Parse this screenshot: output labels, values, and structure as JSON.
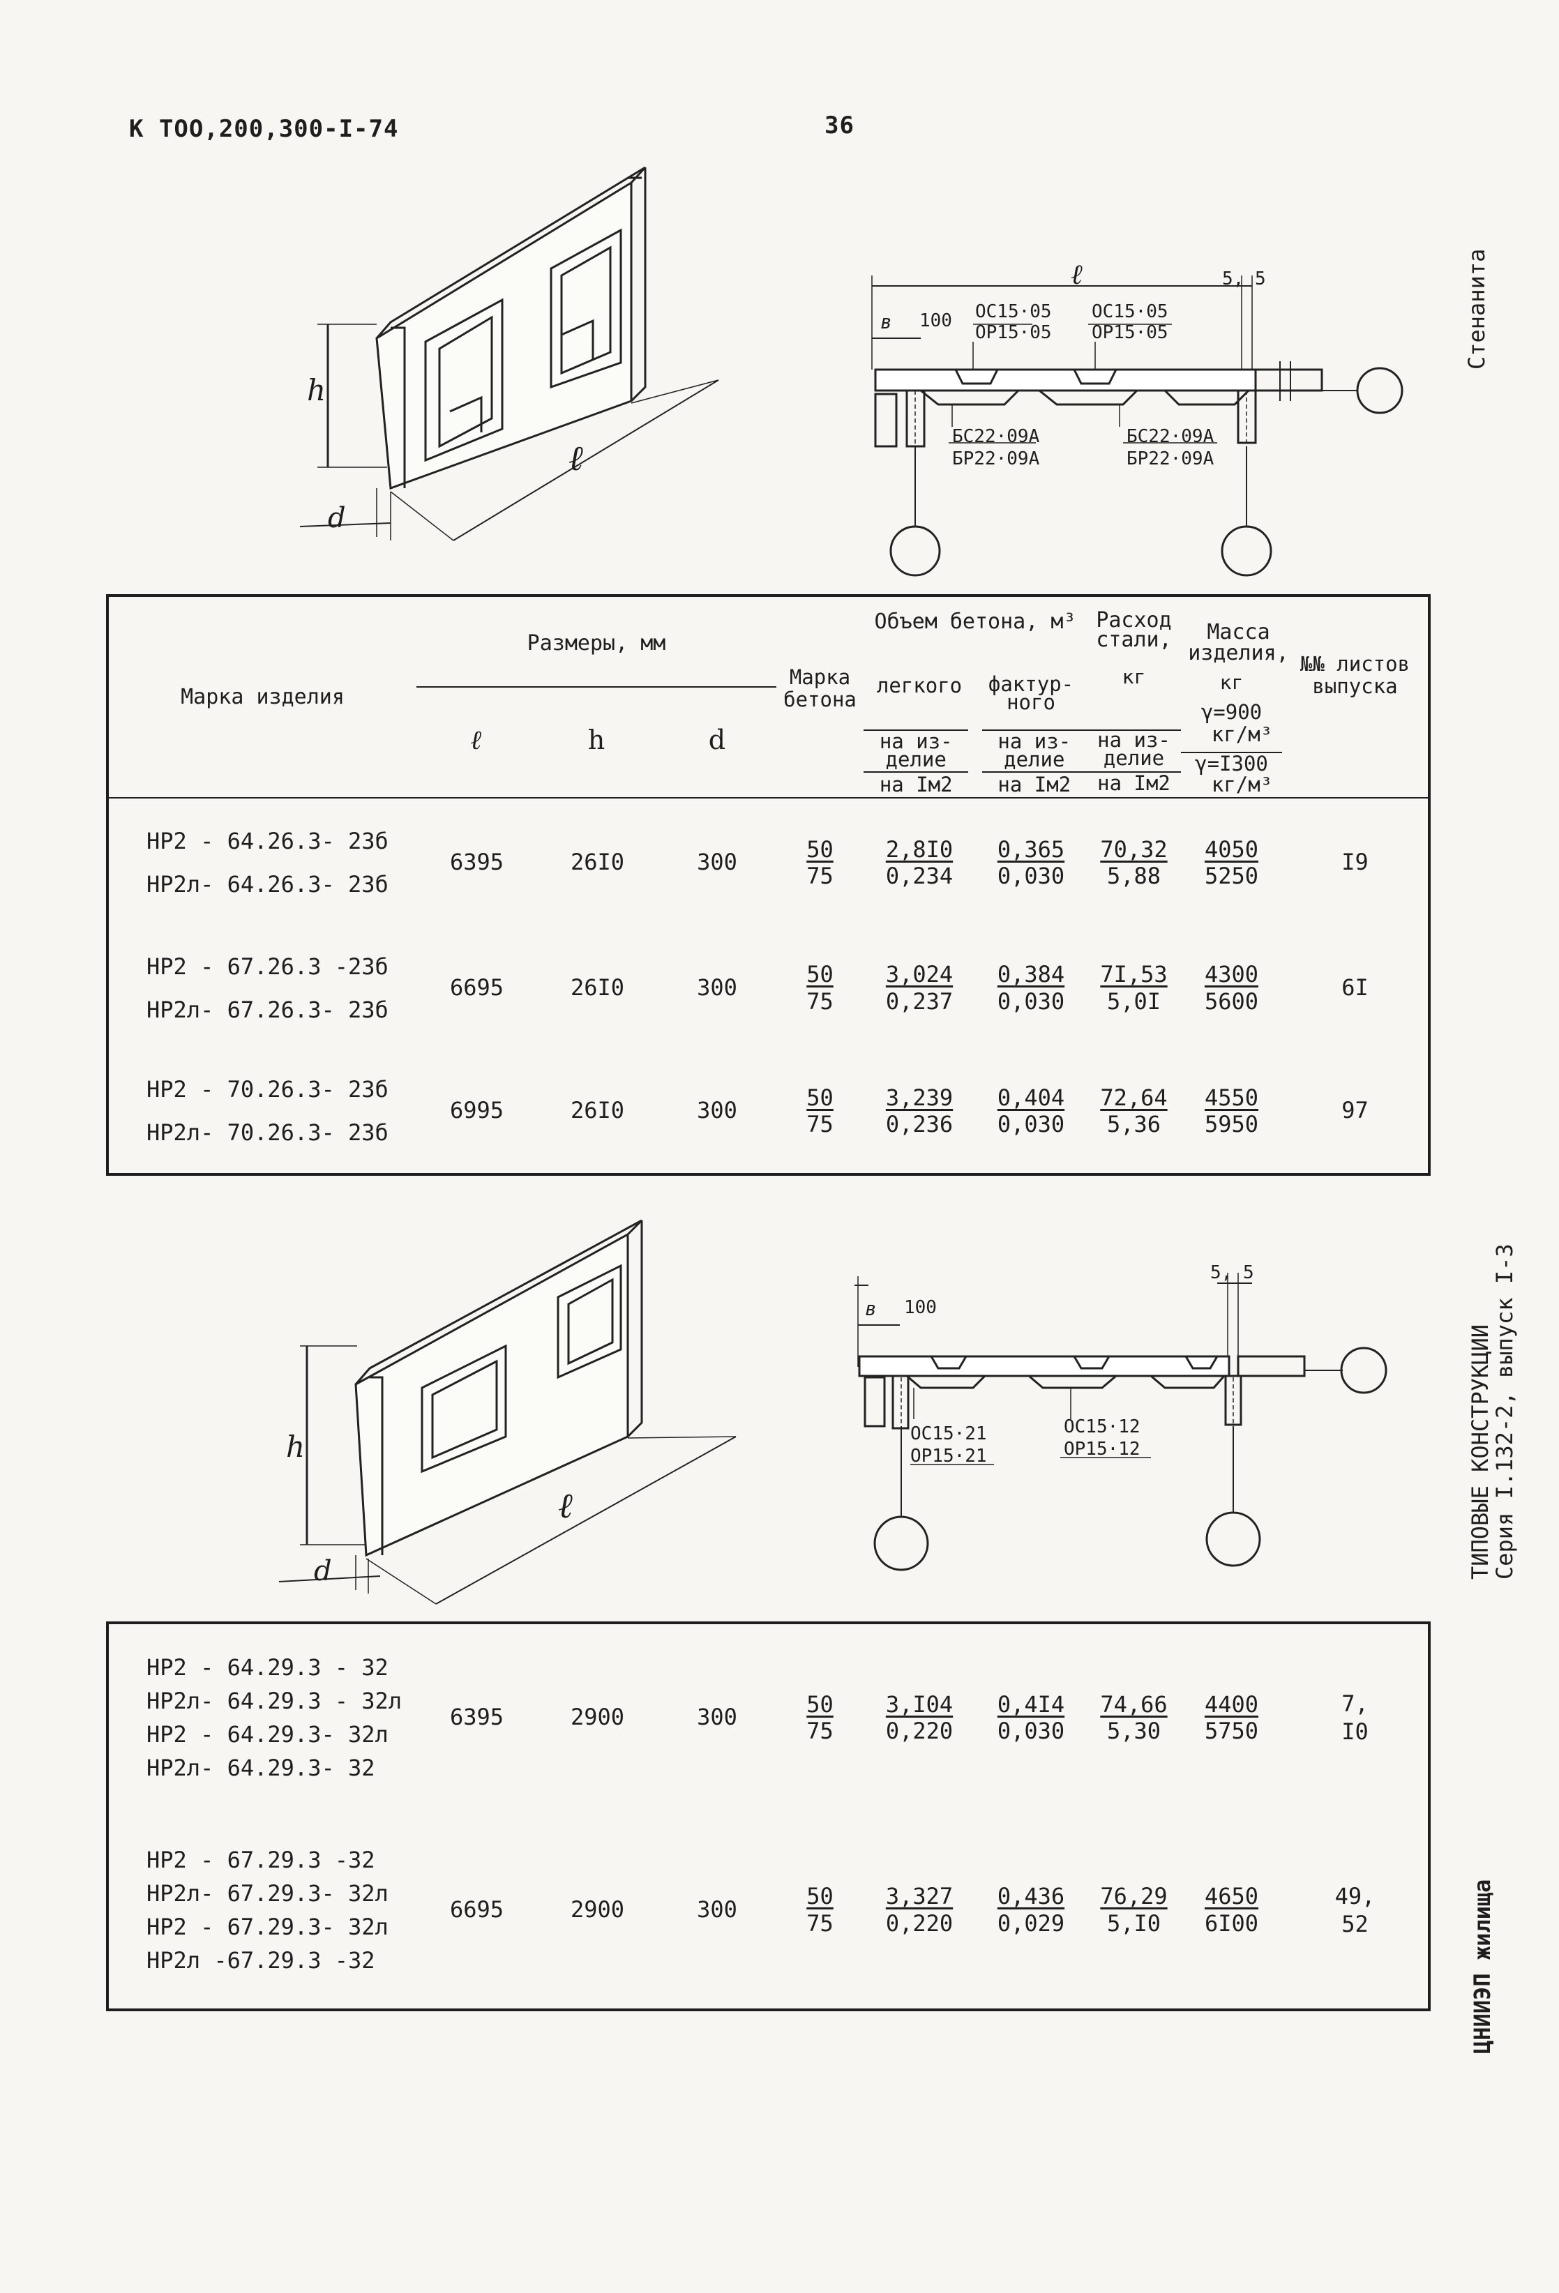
{
  "header": {
    "code": "К ТОО,200,300-I-74",
    "page_number": "36"
  },
  "side": {
    "top_label": "Стенанитa",
    "series_line1": "ТИПОВЫЕ КОНСТРУКЦИИ",
    "series_line2": "Серия I.132-2, выпуск I-3",
    "org": "ЦНИИЭП жилища"
  },
  "drawing1": {
    "dim_h": "h",
    "dim_l": "ℓ",
    "dim_d": "d",
    "sec_l": "ℓ",
    "sec_b": "в",
    "sec_100": "100",
    "sec_55": "5, 5",
    "label_top_left_1": "ОС15·05",
    "label_top_left_2": "ОР15·05",
    "label_top_right_1": "ОС15·05",
    "label_top_right_2": "ОР15·05",
    "label_bot_left_1": "БС22·09А",
    "label_bot_left_2": "БР22·09А",
    "label_bot_right_1": "БС22·09А",
    "label_bot_right_2": "БР22·09А"
  },
  "drawing2": {
    "dim_h": "h",
    "dim_l": "ℓ",
    "dim_d": "d",
    "sec_b": "в",
    "sec_100": "100",
    "sec_55": "5, 5",
    "label_left_1": "ОС15·21",
    "label_left_2": "ОР15·21",
    "label_right_1": "ОС15·12",
    "label_right_2": "ОР15·12"
  },
  "table_head": {
    "mark": "Марка изделия",
    "sizes": "Размеры, мм",
    "l": "ℓ",
    "h": "h",
    "d": "d",
    "concrete_grade": "Марка бетона",
    "volume": "Объем бетона, м³",
    "light": "легкого",
    "texture": "фактур-ного",
    "per_item_1": "на из-делие",
    "per_item_2": "на из-делие",
    "per_m2_1": "на Iм2",
    "per_m2_2": "на Iм2",
    "steel": "Расход стали,",
    "steel_unit": "кг",
    "per_item_3": "на из-делие",
    "per_m2_3": "на Iм2",
    "mass": "Масса изделия,",
    "mass_unit": "кг",
    "gamma1": "γ=900",
    "gamma1_unit": "кг/м³",
    "gamma2": "γ=I300",
    "gamma2_unit": "кг/м³",
    "sheets": "№№ листов выпуска"
  },
  "table1_rows": [
    {
      "marks": [
        "НР2 - 64.26.3- 23б",
        "НР2л- 64.26.3- 23б"
      ],
      "l": "6395",
      "h": "26I0",
      "d": "300",
      "grade_top": "50",
      "grade_bot": "75",
      "light_top": "2,8I0",
      "light_bot": "0,234",
      "tex_top": "0,365",
      "tex_bot": "0,030",
      "steel_top": "70,32",
      "steel_bot": "5,88",
      "mass_top": "4050",
      "mass_bot": "5250",
      "sheets": "I9"
    },
    {
      "marks": [
        "НР2 - 67.26.3 -23б",
        "НР2л- 67.26.3- 23б"
      ],
      "l": "6695",
      "h": "26I0",
      "d": "300",
      "grade_top": "50",
      "grade_bot": "75",
      "light_top": "3,024",
      "light_bot": "0,237",
      "tex_top": "0,384",
      "tex_bot": "0,030",
      "steel_top": "7I,53",
      "steel_bot": "5,0I",
      "mass_top": "4300",
      "mass_bot": "5600",
      "sheets": "6I"
    },
    {
      "marks": [
        "НР2 - 70.26.3- 23б",
        "НР2л- 70.26.3- 23б"
      ],
      "l": "6995",
      "h": "26I0",
      "d": "300",
      "grade_top": "50",
      "grade_bot": "75",
      "light_top": "3,239",
      "light_bot": "0,236",
      "tex_top": "0,404",
      "tex_bot": "0,030",
      "steel_top": "72,64",
      "steel_bot": "5,36",
      "mass_top": "4550",
      "mass_bot": "5950",
      "sheets": "97"
    }
  ],
  "table2_rows": [
    {
      "marks": [
        "НР2 - 64.29.3 - 32",
        "НР2л- 64.29.3 - 32л",
        "НР2 - 64.29.3- 32л",
        "НР2л- 64.29.3- 32"
      ],
      "l": "6395",
      "h": "2900",
      "d": "300",
      "grade_top": "50",
      "grade_bot": "75",
      "light_top": "3,I04",
      "light_bot": "0,220",
      "tex_top": "0,4I4",
      "tex_bot": "0,030",
      "steel_top": "74,66",
      "steel_bot": "5,30",
      "mass_top": "4400",
      "mass_bot": "5750",
      "sheets_1": "7,",
      "sheets_2": "I0"
    },
    {
      "marks": [
        "НР2 - 67.29.3 -32",
        "НР2л- 67.29.3- 32л",
        "НР2 - 67.29.3- 32л",
        "НР2л -67.29.3 -32"
      ],
      "l": "6695",
      "h": "2900",
      "d": "300",
      "grade_top": "50",
      "grade_bot": "75",
      "light_top": "3,327",
      "light_bot": "0,220",
      "tex_top": "0,436",
      "tex_bot": "0,029",
      "steel_top": "76,29",
      "steel_bot": "5,I0",
      "mass_top": "4650",
      "mass_bot": "6I00",
      "sheets_1": "49,",
      "sheets_2": "52"
    }
  ]
}
